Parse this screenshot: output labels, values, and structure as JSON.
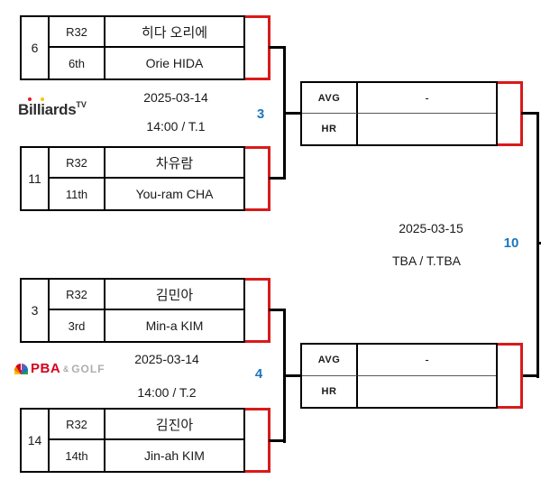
{
  "bracket": {
    "matches": [
      {
        "match_no": "3",
        "broadcaster": "Billiards TV",
        "date": "2025-03-14",
        "time": "14:00 / T.1",
        "players": [
          {
            "seed": "6",
            "round": "R32",
            "rank": "6th",
            "name_kr": "히다 오리에",
            "name_en": "Orie HIDA"
          },
          {
            "seed": "11",
            "round": "R32",
            "rank": "11th",
            "name_kr": "차유람",
            "name_en": "You-ram CHA"
          }
        ]
      },
      {
        "match_no": "4",
        "broadcaster": "PBA & GOLF",
        "date": "2025-03-14",
        "time": "14:00 / T.2",
        "players": [
          {
            "seed": "3",
            "round": "R32",
            "rank": "3rd",
            "name_kr": "김민아",
            "name_en": "Min-a KIM"
          },
          {
            "seed": "14",
            "round": "R32",
            "rank": "14th",
            "name_kr": "김진아",
            "name_en": "Jin-ah KIM"
          }
        ]
      }
    ],
    "final": {
      "match_no": "10",
      "date": "2025-03-15",
      "time": "TBA / T.TBA"
    },
    "stat_boxes": [
      {
        "rows": [
          {
            "label": "AVG",
            "value": "-"
          },
          {
            "label": "HR",
            "value": ""
          }
        ]
      },
      {
        "rows": [
          {
            "label": "AVG",
            "value": "-"
          },
          {
            "label": "HR",
            "value": ""
          }
        ]
      }
    ],
    "logos": {
      "billiards_tv": {
        "icon": "billiards-tv-logo",
        "text": "Billiards",
        "sup": "TV"
      },
      "pba_golf": {
        "icon": "pba-peacock-icon",
        "pba": "PBA",
        "amp": "&",
        "golf": "GOLF"
      }
    },
    "colors": {
      "bracket_red": "#d91a1a",
      "match_number_blue": "#1b75bc"
    }
  }
}
